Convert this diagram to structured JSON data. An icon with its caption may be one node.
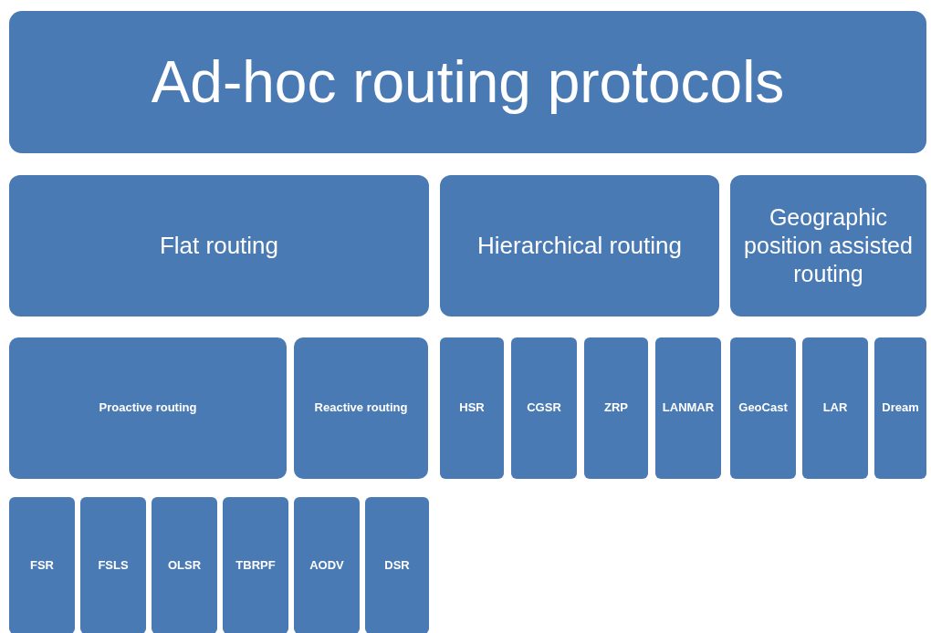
{
  "diagram": {
    "nodes": [
      {
        "text": [
          "Ad-hoc routing protocols"
        ]
      },
      {
        "text": [
          "Flat routing"
        ]
      },
      {
        "text": [
          "Hierarchical routing"
        ]
      },
      {
        "text": [
          "Geographic position assisted routing"
        ]
      },
      {
        "text": [
          "Proactive routing"
        ]
      },
      {
        "text": [
          "Reactive routing"
        ]
      },
      {
        "text": [
          "HSR"
        ]
      },
      {
        "text": [
          "CGSR"
        ]
      },
      {
        "text": [
          "ZRP"
        ]
      },
      {
        "text": [
          "LANMAR"
        ]
      },
      {
        "text": [
          "GeoCast"
        ]
      },
      {
        "text": [
          "LAR"
        ]
      },
      {
        "text": [
          "Dream"
        ]
      },
      {
        "text": [
          "FSR"
        ]
      },
      {
        "text": [
          "FSLS"
        ]
      },
      {
        "text": [
          "OLSR"
        ]
      },
      {
        "text": [
          "TBRPF"
        ]
      },
      {
        "text": [
          "AODV"
        ]
      },
      {
        "text": [
          "DSR"
        ]
      }
    ]
  }
}
